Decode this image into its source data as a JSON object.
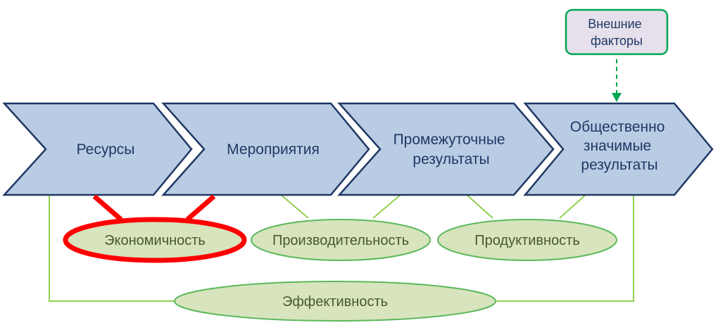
{
  "colors": {
    "chevron_fill": "#b8cce4",
    "chevron_stroke": "#1f3864",
    "oval_fill": "#d7e4bd",
    "oval_stroke": "#5cb85c",
    "connector": "#92d050",
    "highlight": "#ff0000",
    "external_fill": "#e6e0ec",
    "external_stroke": "#00a651",
    "arrow": "#00a651"
  },
  "stages": [
    {
      "lines": [
        "Ресурсы"
      ]
    },
    {
      "lines": [
        "Мероприятия"
      ]
    },
    {
      "lines": [
        "Промежуточные",
        "результаты"
      ]
    },
    {
      "lines": [
        "Общественно",
        "значимые",
        "результаты"
      ]
    }
  ],
  "external_factors": {
    "lines": [
      "Внешние",
      "факторы"
    ]
  },
  "metrics": {
    "economy": "Экономичность",
    "productivity": "Производительность",
    "output": "Продуктивность",
    "efficiency": "Эффективность"
  }
}
